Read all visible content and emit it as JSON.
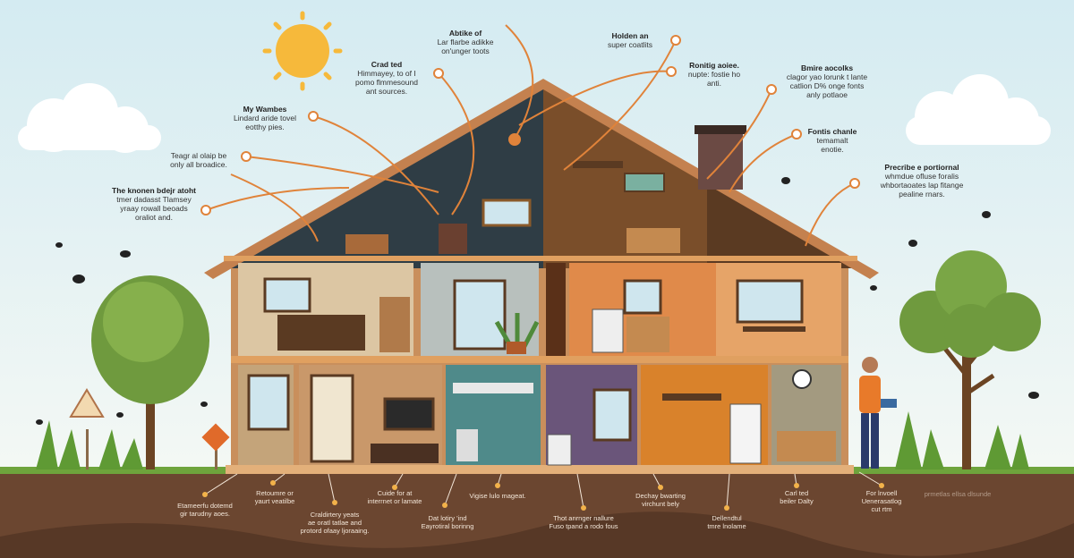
{
  "colors": {
    "sky_top": "#d6ecf2",
    "accent_orange": "#e0833a",
    "soil": "#6b4630",
    "grass": "#6ea43c",
    "roof": "#c4814f"
  },
  "callouts_top": [
    {
      "lines": [
        "Abtike of",
        "Lar flarbe adikke",
        "on'unger toots"
      ]
    },
    {
      "lines": [
        "Crad ted",
        "Himmayey, to of I",
        "pomo flmmesound",
        "ant sources."
      ]
    },
    {
      "lines": [
        "My Wambes",
        "Lindard aride tovel",
        "eotthy pies."
      ]
    },
    {
      "lines": [
        "Teagr al olaip be",
        "only all broadice."
      ]
    },
    {
      "lines": [
        "The knonen bdejr atoht",
        "tmer dadasst Tlamsey",
        "yraay rowall beoads",
        "oraliot and."
      ]
    },
    {
      "lines": [
        "Holden an",
        "super coatlits"
      ]
    },
    {
      "lines": [
        "Ronitig aoiee.",
        "nupte: fostie ho",
        "anti."
      ]
    },
    {
      "lines": [
        "Bmire aocolks",
        "clagor yao lorunk t lante",
        "catlion D% onge fonts",
        "anly potlaoe"
      ]
    },
    {
      "lines": [
        "Fontis chanle",
        "temamalt",
        "enotie."
      ]
    },
    {
      "lines": [
        "Precribe e portiornal",
        "whmdue ofluse foralis",
        "whbortaoates lap fitange",
        "pealine rnars."
      ]
    }
  ],
  "callouts_ground": [
    {
      "lines": [
        "Etameerfu dotemd",
        "gir tarudny aoes."
      ]
    },
    {
      "lines": [
        "Retoumre or",
        "yaurt veatilbe"
      ]
    },
    {
      "lines": [
        "Craldirtery yeats",
        "ae oratl tatlae and",
        "protord ofaay ljoraaing."
      ]
    },
    {
      "lines": [
        "Cuide for at",
        "interrnet or lamate"
      ]
    },
    {
      "lines": [
        "Dat lotiry 'ind",
        "Eayrotiral borinng"
      ]
    },
    {
      "lines": [
        "Vigise lulo mageat."
      ]
    },
    {
      "lines": [
        "Thot anrnger nallure",
        "Fuso tpand a rodo fous"
      ]
    },
    {
      "lines": [
        "Dechay bwarting",
        "virchunt bely"
      ]
    },
    {
      "lines": [
        "Dellendtul",
        "tmre lnolame"
      ]
    },
    {
      "lines": [
        "Carl ted",
        "beiler Dalty"
      ]
    },
    {
      "lines": [
        "For lnvoell",
        "Uenerasatlog",
        "cut rtm"
      ]
    },
    {
      "lines": [
        "prmetlas ellsa dlsunde"
      ]
    }
  ]
}
